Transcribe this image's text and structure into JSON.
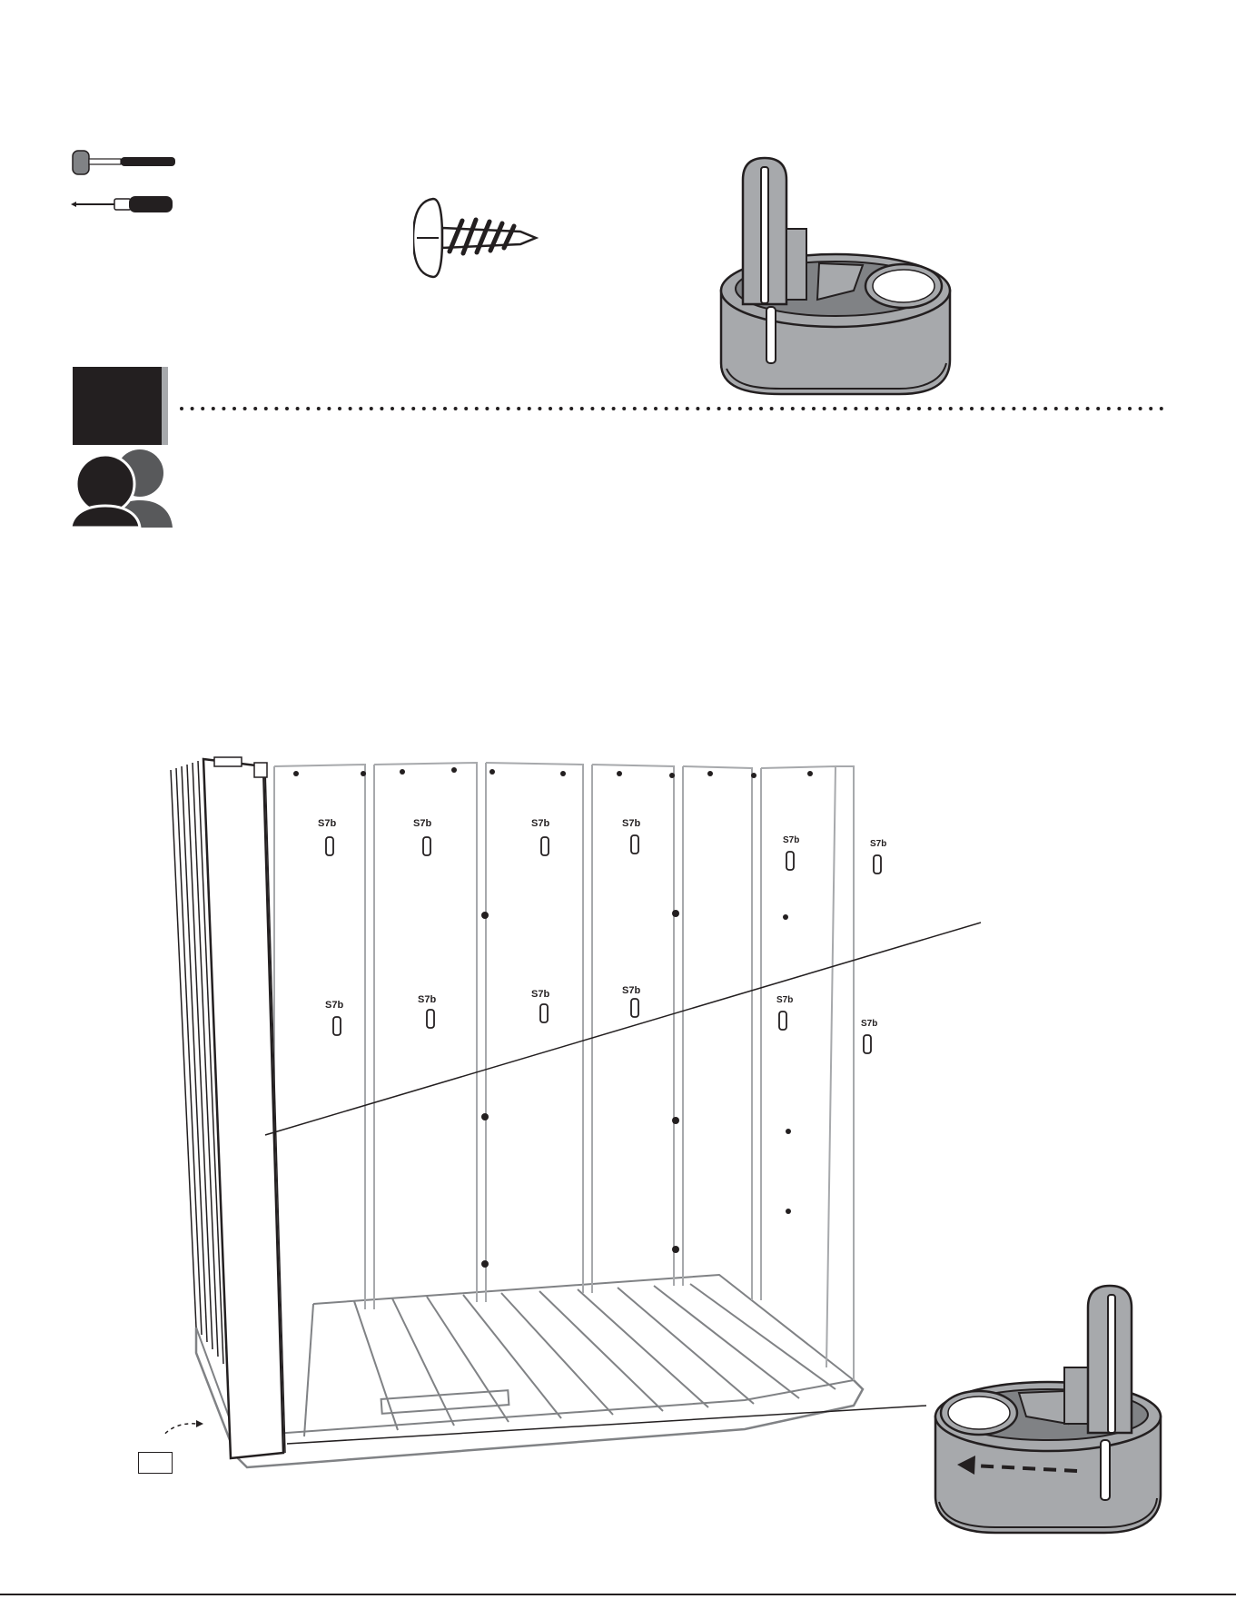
{
  "panel_labels": [
    "S7b",
    "S7b",
    "S7b",
    "S7b",
    "S7b",
    "S7b",
    "S7b",
    "S7b",
    "S7b",
    "S7b",
    "S7b",
    "S7b"
  ],
  "colors": {
    "ink": "#231f20",
    "part_gray": "#a7a9ac",
    "part_dark": "#808285",
    "person_gray": "#58595b"
  },
  "icons": {
    "hammer": "hammer-icon",
    "screwdriver": "screwdriver-icon",
    "screw": "screw-icon",
    "foot": "foot-part-icon",
    "team": "two-person-icon"
  }
}
